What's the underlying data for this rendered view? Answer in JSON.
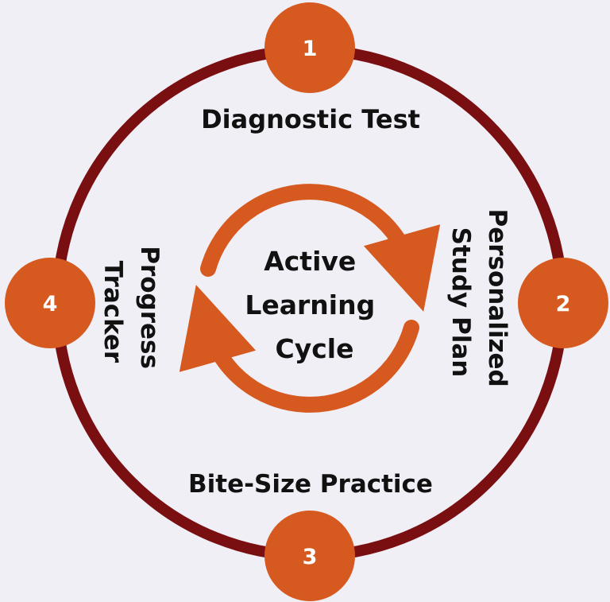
{
  "colors": {
    "background": "#f1eff6",
    "ring": "#7a0f12",
    "accent": "#d65a1f",
    "number_text": "#ffffff",
    "label_text": "#111111"
  },
  "center": {
    "lines": [
      "Active",
      "Learning",
      "Cycle"
    ]
  },
  "steps": [
    {
      "number": "1",
      "label": "Diagnostic Test"
    },
    {
      "number": "2",
      "label_lines": [
        "Personalized",
        "Study Plan"
      ]
    },
    {
      "number": "3",
      "label": "Bite-Size Practice"
    },
    {
      "number": "4",
      "label_lines": [
        "Progress",
        "Tracker"
      ]
    }
  ]
}
